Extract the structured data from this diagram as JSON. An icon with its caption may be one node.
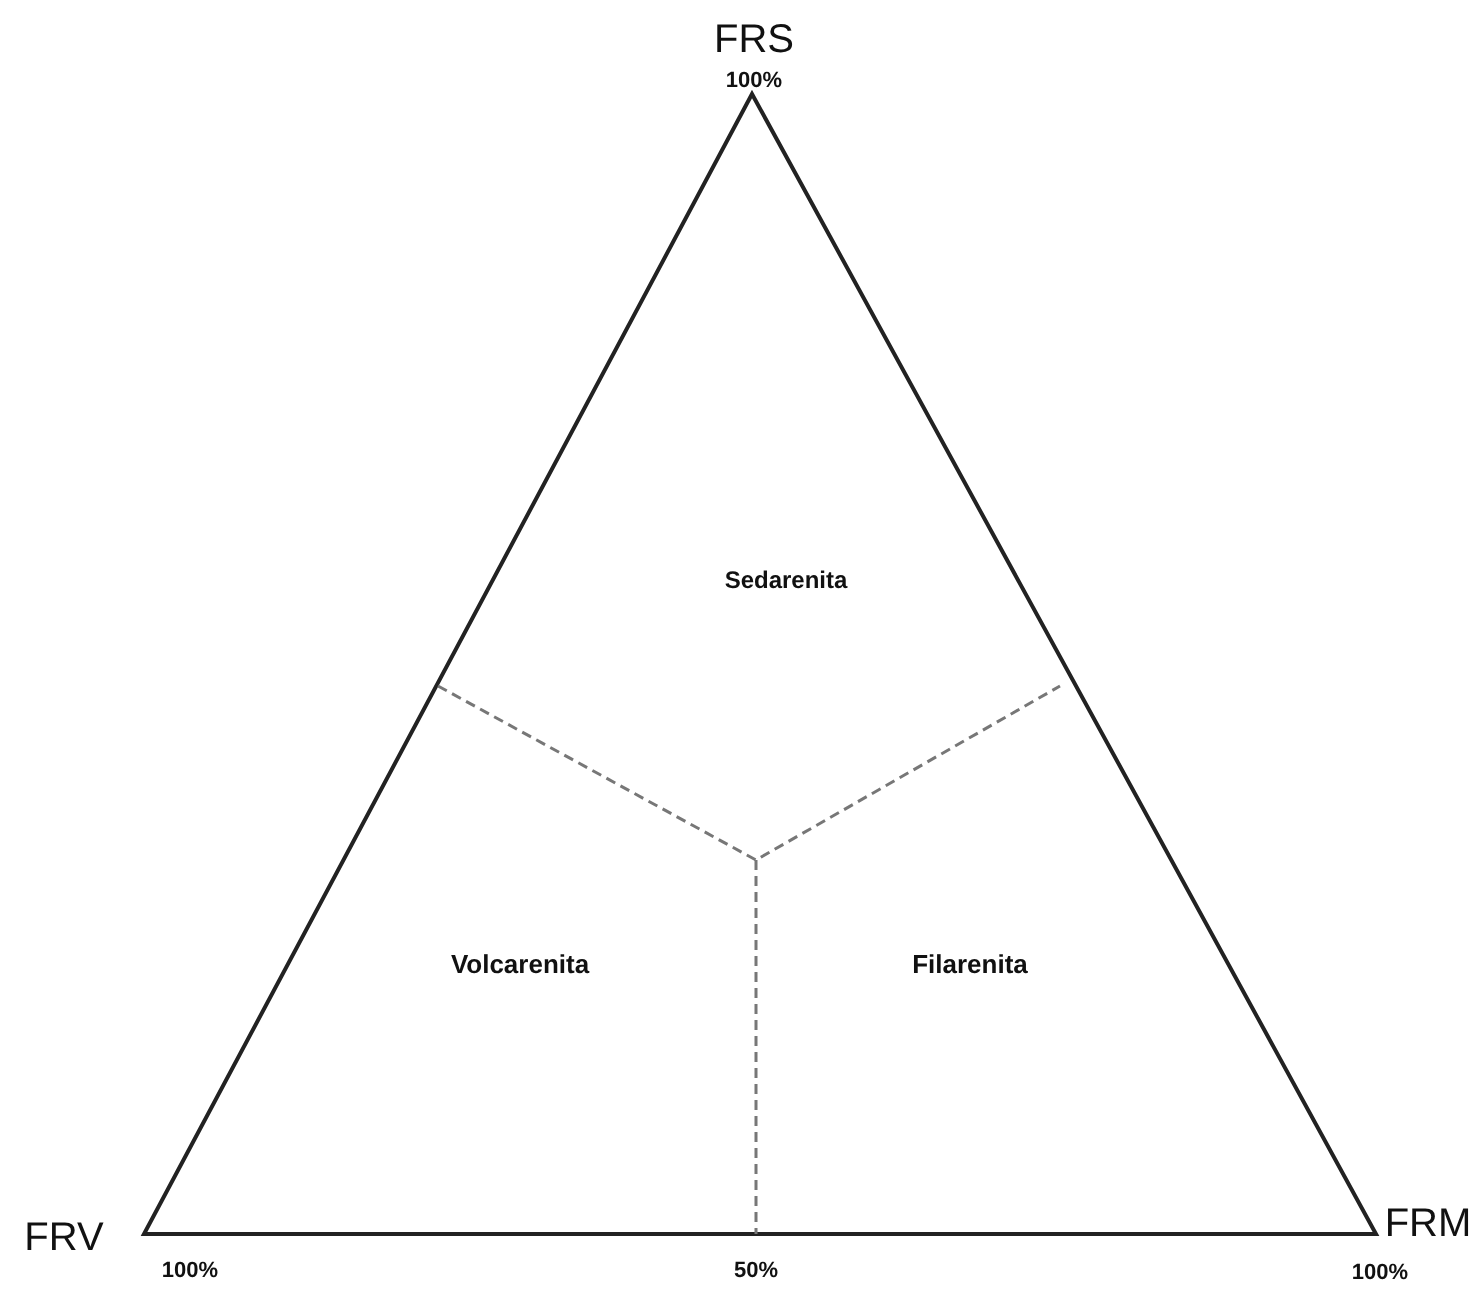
{
  "diagram": {
    "labels": [
      "FRS",
      "100%",
      "Sedarenita",
      "Volcarenita",
      "Filarenita",
      "FRV",
      "100%",
      "50%",
      "FRM",
      "100%"
    ]
  }
}
